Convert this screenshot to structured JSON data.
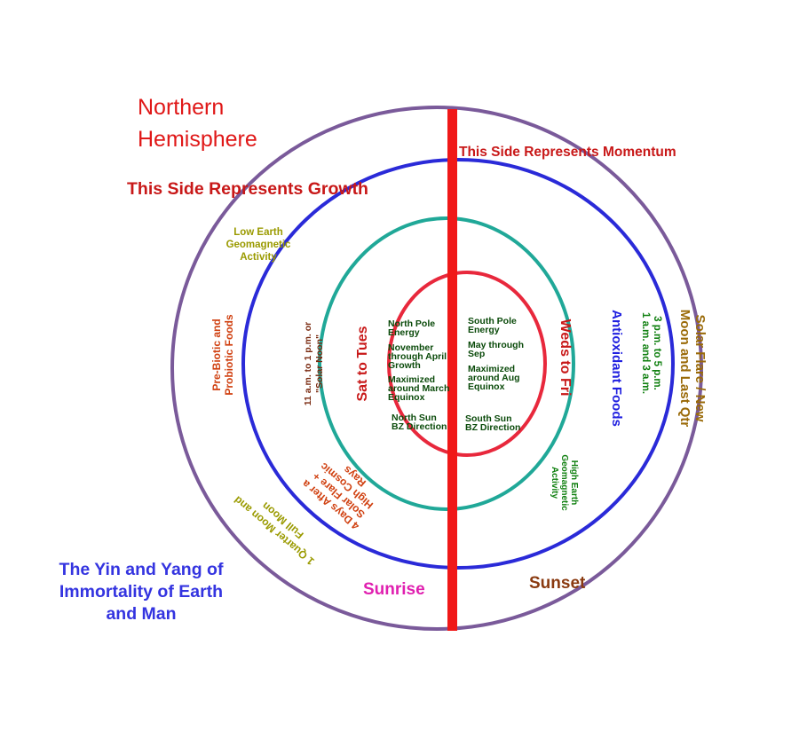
{
  "colors": {
    "outer_ring": "#7a5a9a",
    "middle_ring": "#2a2ad8",
    "inner_ring": "#20a898",
    "core_ring": "#e8283c",
    "divider": "#f01818",
    "dark_red": "#c81818",
    "red": "#e01818",
    "olive": "#9a9a00",
    "orange_red": "#d04010",
    "green_text": "#108010",
    "dark_green": "#0a4a0a",
    "blue": "#2020e0",
    "magenta": "#e020b0",
    "brown": "#8a3a10",
    "ochre": "#9a6a08",
    "bronze": "#7a2a10",
    "title_blue": "#3434e0"
  },
  "labels": {
    "northern_hemisphere": [
      "Northern",
      "Hemisphere"
    ],
    "growth": "This Side Represents Growth",
    "momentum": "This Side Represents Momentum",
    "low_geo": [
      "Low Earth",
      "Geomagnetic",
      "Activity"
    ],
    "prebiotic": [
      "Pre-Biotic and",
      "Probiotic Foods"
    ],
    "solar_noon": [
      "11 a.m. to 1 p.m. or",
      "\"Solar Noon\""
    ],
    "sat_tues": "Sat to Tues",
    "weds_fri": "Weds to Fri",
    "antioxidant": "Antioxidant Foods",
    "time_3_5": [
      "3 p.m. to 5 p.m.",
      "1 a.m. and 3 a.m."
    ],
    "solar_flare_moon": [
      "Solar Flare / New",
      "Moon and Last Qtr"
    ],
    "north_pole": [
      "North Pole",
      "Energy"
    ],
    "nov_april": [
      "November",
      "through April",
      "Growth"
    ],
    "max_march": [
      "Maximized",
      "around March",
      "Equinox"
    ],
    "north_sun": [
      "North Sun",
      "BZ Direction"
    ],
    "south_pole": [
      "South Pole",
      "Energy"
    ],
    "may_sep": [
      "May through",
      "Sep"
    ],
    "max_aug": [
      "Maximized",
      "around Aug",
      "Equinox"
    ],
    "south_sun": [
      "South Sun",
      "BZ Direction"
    ],
    "cosmic_rays": [
      "4 Days After a",
      "Solar Flare +",
      "High Cosmic",
      "Rays"
    ],
    "high_geo": [
      "High Earth",
      "Geomagnetic",
      "Activity"
    ],
    "quarter_moon": [
      "1 Quarter Moon and",
      "Full Moon"
    ],
    "sunrise": "Sunrise",
    "sunset": "Sunset",
    "yin_yang": [
      "The Yin and Yang of",
      "Immortality of Earth",
      "and Man"
    ]
  }
}
